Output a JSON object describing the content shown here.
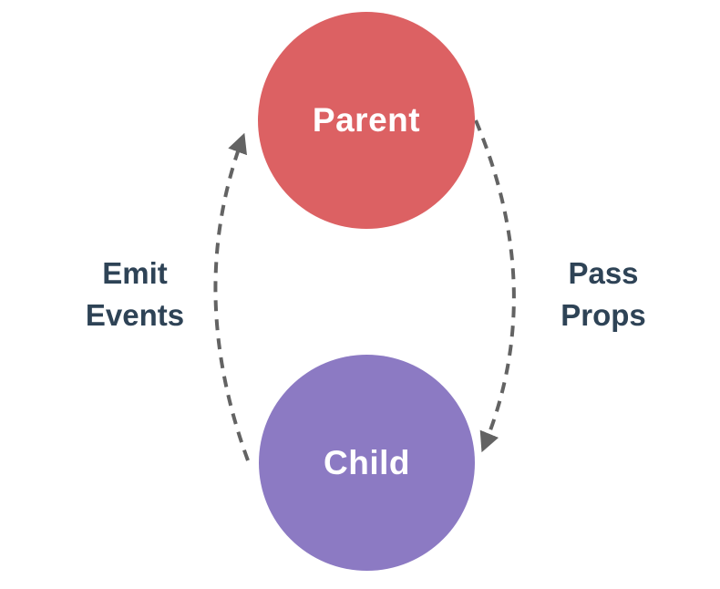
{
  "nodes": {
    "parent": {
      "label": "Parent"
    },
    "child": {
      "label": "Child"
    }
  },
  "arrows": {
    "left": {
      "label": "Emit Events",
      "from": "Child",
      "to": "Parent",
      "style": "dashed-curve"
    },
    "right": {
      "label": "Pass Props",
      "from": "Parent",
      "to": "Child",
      "style": "dashed-curve"
    }
  },
  "colors": {
    "parent-fill": "#dc6163",
    "child-fill": "#8c7ac3",
    "node-text": "#ffffff",
    "label-text": "#2e4356",
    "arrow": "#636363",
    "background": "#ffffff"
  }
}
